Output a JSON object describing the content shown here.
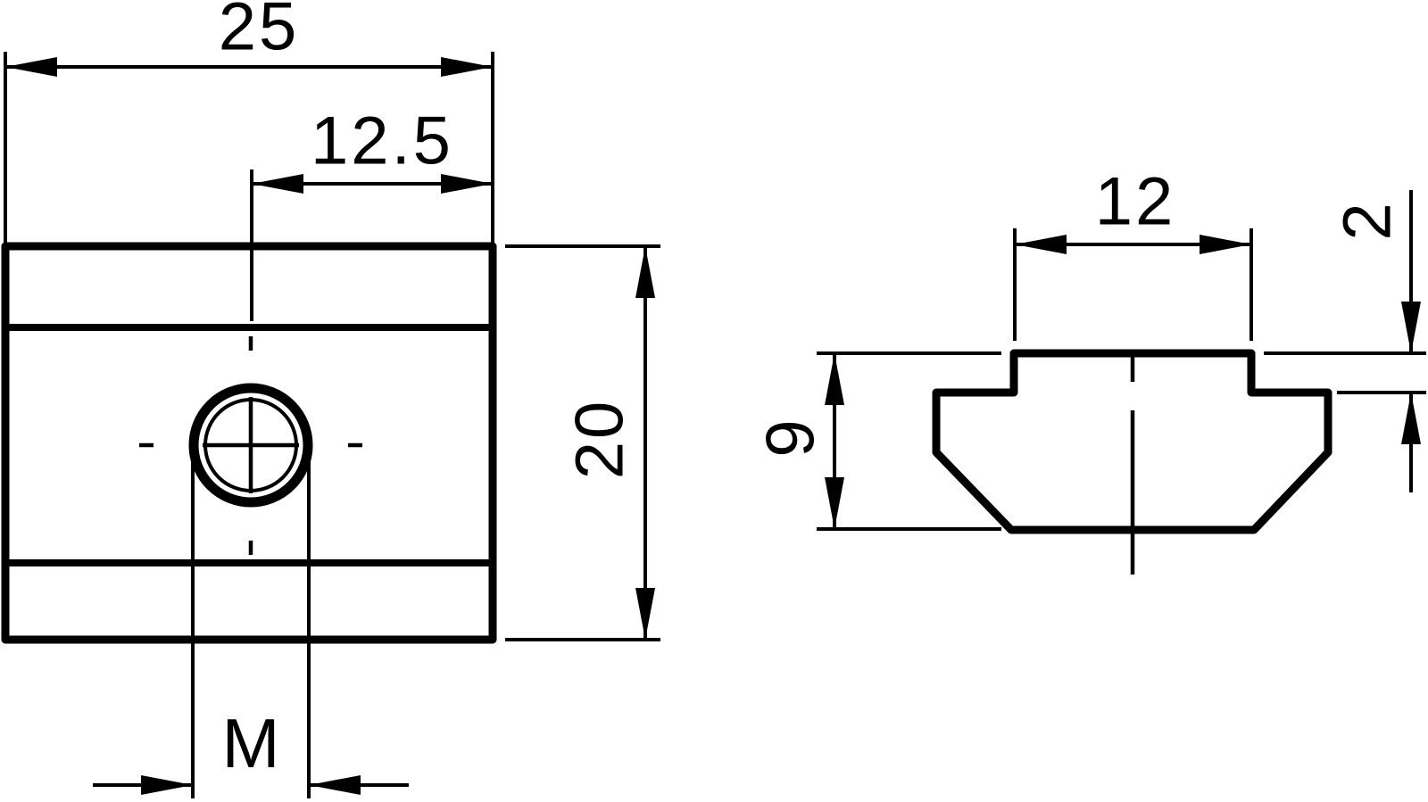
{
  "colors": {
    "background": "#ffffff",
    "line": "#000000"
  },
  "front_view": {
    "width_label": "25",
    "hole_offset_label": "12.5",
    "length_label": "20",
    "thread_label": "M"
  },
  "side_view": {
    "top_width_label": "12",
    "step_label": "2",
    "height_label": "9"
  }
}
